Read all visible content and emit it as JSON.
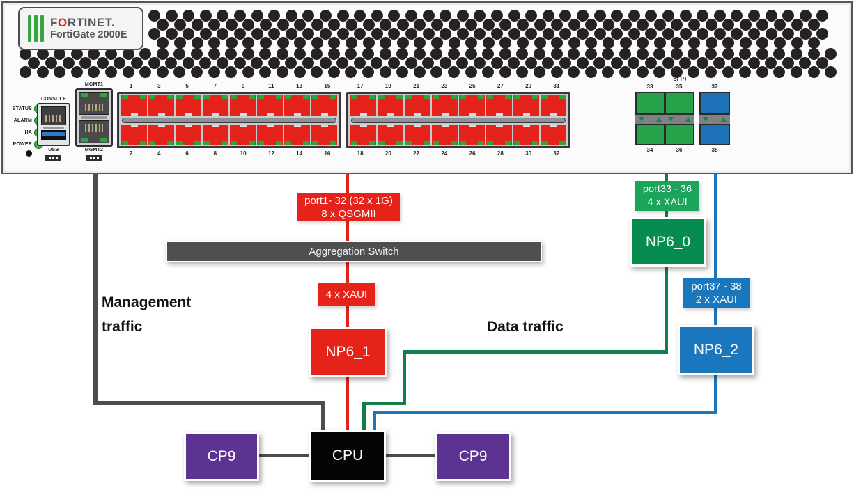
{
  "device": {
    "brand_f": "F",
    "brand_o": "O",
    "brand_rest": "RTINET.",
    "model": "FortiGate 2000E",
    "leds": [
      "STATUS",
      "ALARM",
      "HA",
      "POWER"
    ],
    "console_label": "CONSOLE",
    "usb_label": "USB",
    "mgmt1_label": "MGMT1",
    "mgmt2_label": "MGMT2",
    "port_blocks": [
      {
        "top": [
          "1",
          "3",
          "5",
          "7",
          "9",
          "11",
          "13",
          "15"
        ],
        "bottom": [
          "2",
          "4",
          "6",
          "8",
          "10",
          "12",
          "14",
          "16"
        ]
      },
      {
        "top": [
          "17",
          "19",
          "21",
          "23",
          "25",
          "27",
          "29",
          "31"
        ],
        "bottom": [
          "18",
          "20",
          "22",
          "24",
          "26",
          "28",
          "30",
          "32"
        ]
      }
    ],
    "sfp": {
      "label": "SFP+",
      "top": [
        "33",
        "35",
        "37"
      ],
      "bottom": [
        "34",
        "36",
        "38"
      ]
    }
  },
  "diagram": {
    "port1_32_label_line1": "port1- 32 (32 x 1G)",
    "port1_32_label_line2": "8 x QSGMII",
    "aggregation_switch": "Aggregation Switch",
    "xaui4_label": "4 x XAUI",
    "port33_36_label_line1": "port33 - 36",
    "port33_36_label_line2": "4 x XAUI",
    "port37_38_label_line1": "port37 - 38",
    "port37_38_label_line2": "2 x XAUI",
    "np6_0": "NP6_0",
    "np6_1": "NP6_1",
    "np6_2": "NP6_2",
    "cpu": "CPU",
    "cp9_left": "CP9",
    "cp9_right": "CP9",
    "management_traffic": "Management traffic",
    "data_traffic": "Data traffic",
    "colors": {
      "red": "#e5231b",
      "green_line": "#0f7f47",
      "green_label": "#1ba45a",
      "green_box": "#078c50",
      "blue": "#1b77bd",
      "gray_line": "#4d4d4d",
      "agg_gray": "#4f4f51",
      "purple": "#5c3292",
      "cpu_black": "#050505",
      "led_green": "#3db54a",
      "sfp_green": "#27a24b",
      "sfp_blue": "#1d72b7",
      "vent_black": "#262223"
    }
  }
}
